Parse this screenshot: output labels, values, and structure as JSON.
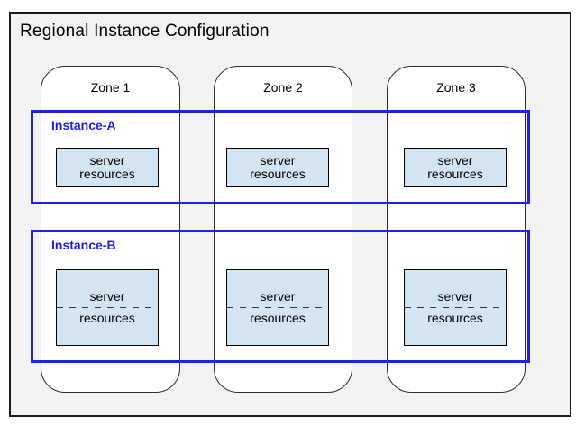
{
  "title": "Regional Instance Configuration",
  "zones": [
    {
      "label": "Zone 1"
    },
    {
      "label": "Zone 2"
    },
    {
      "label": "Zone 3"
    }
  ],
  "instances": [
    {
      "label": "Instance-A",
      "boxes": [
        {
          "line1": "server",
          "line2": "resources"
        },
        {
          "line1": "server",
          "line2": "resources"
        },
        {
          "line1": "server",
          "line2": "resources"
        }
      ]
    },
    {
      "label": "Instance-B",
      "boxes": [
        {
          "line1": "server",
          "line2": "resources"
        },
        {
          "line1": "server",
          "line2": "resources"
        },
        {
          "line1": "server",
          "line2": "resources"
        }
      ]
    }
  ],
  "colors": {
    "accent": "#2222dd",
    "server-fill": "#d3e4f3",
    "region-fill": "#f2f2f2",
    "zone-fill": "#ffffff",
    "line": "#1a1a1a"
  }
}
